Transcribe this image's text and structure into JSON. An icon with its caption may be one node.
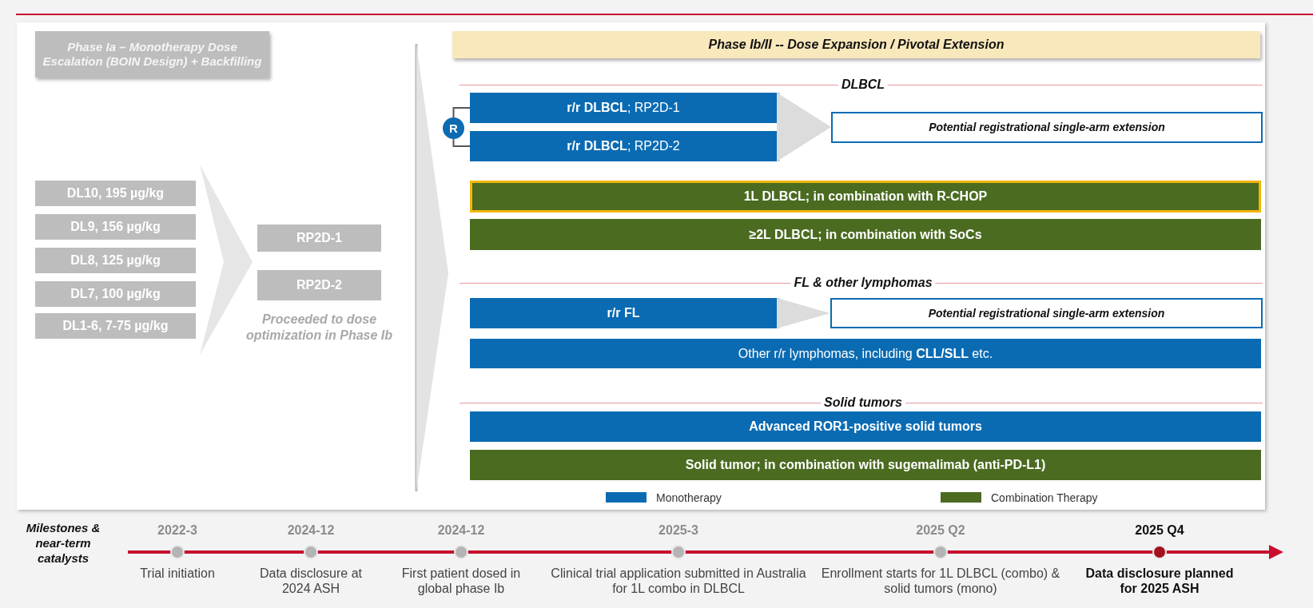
{
  "diagram": {
    "nodes": [
      {
        "text": [
          "Phase Ia – Monotherapy Dose Escalation (BOIN Design) + Backfilling"
        ]
      },
      {
        "text": [
          "DL10, 195 µg/kg"
        ]
      },
      {
        "text": [
          "DL9, 156 µg/kg"
        ]
      },
      {
        "text": [
          "DL8, 125 µg/kg"
        ]
      },
      {
        "text": [
          "DL7, 100 µg/kg"
        ]
      },
      {
        "text": [
          "DL1-6,   7-75 µg/kg"
        ]
      },
      {
        "text": [
          "RP2D-1"
        ]
      },
      {
        "text": [
          "RP2D-2"
        ],
        "beside": [
          "Proceeded to dose optimization in Phase Ib"
        ]
      },
      {
        "text": [
          "Phase Ib/II -- Dose Expansion / Pivotal Extension"
        ]
      },
      {
        "text": [
          "**r/r DLBCL**; RP2D-1"
        ]
      },
      {
        "text": [
          "**r/r DLBCL**; RP2D-2"
        ]
      },
      {
        "text": [
          "R"
        ]
      },
      {
        "text": [
          "Potential registrational single-arm extension"
        ]
      },
      {
        "text": [
          "1L DLBCL; in combination with R-CHOP"
        ]
      },
      {
        "text": [
          "≥2L DLBCL; in combination with SoCs"
        ]
      },
      {
        "text": [
          "r/r FL"
        ]
      },
      {
        "text": [
          "Potential registrational single-arm extension"
        ]
      },
      {
        "text": [
          "Other r/r lymphomas, including **CLL/SLL** etc."
        ]
      },
      {
        "text": [
          "Advanced ROR1-positive solid tumors"
        ]
      },
      {
        "text": [
          "Solid tumor; in combination with sugemalimab (anti-PD-L1)"
        ]
      },
      {
        "text": [],
        "shape": "circle",
        "beside": [
          "2022-3",
          "Trial initiation"
        ]
      },
      {
        "text": [],
        "shape": "circle",
        "beside": [
          "2024-12",
          "Data disclosure at 2024 ASH"
        ]
      },
      {
        "text": [],
        "shape": "circle",
        "beside": [
          "2024-12",
          "First patient dosed in global phase Ib"
        ]
      },
      {
        "text": [],
        "shape": "circle",
        "beside": [
          "2025-3",
          "Clinical trial application submitted in Australia for 1L combo in DLBCL"
        ]
      },
      {
        "text": [],
        "shape": "circle",
        "beside": [
          "2025 Q2",
          "Enrollment starts for 1L DLBCL (combo) & solid tumors (mono)"
        ]
      },
      {
        "text": [],
        "shape": "circle",
        "beside": [
          "2025 Q4",
          "Data disclosure planned for 2025 ASH"
        ]
      }
    ],
    "edges": [
      {
        "from": 9,
        "to": 12,
        "arrow": "to"
      },
      {
        "from": 10,
        "to": 12,
        "arrow": "to"
      },
      {
        "from": 15,
        "to": 16,
        "arrow": "to"
      },
      {
        "from": 11,
        "to": 9,
        "arrow": "none"
      },
      {
        "from": 11,
        "to": 10,
        "arrow": "none"
      }
    ],
    "labels": [
      "DLBCL",
      "FL & other lymphomas",
      "Solid tumors",
      "Milestones & near-term catalysts"
    ],
    "legend": [
      {
        "text": "Monotherapy",
        "color": "#0a6bb3"
      },
      {
        "text": "Combination Therapy",
        "color": "#4b6b21"
      }
    ]
  }
}
